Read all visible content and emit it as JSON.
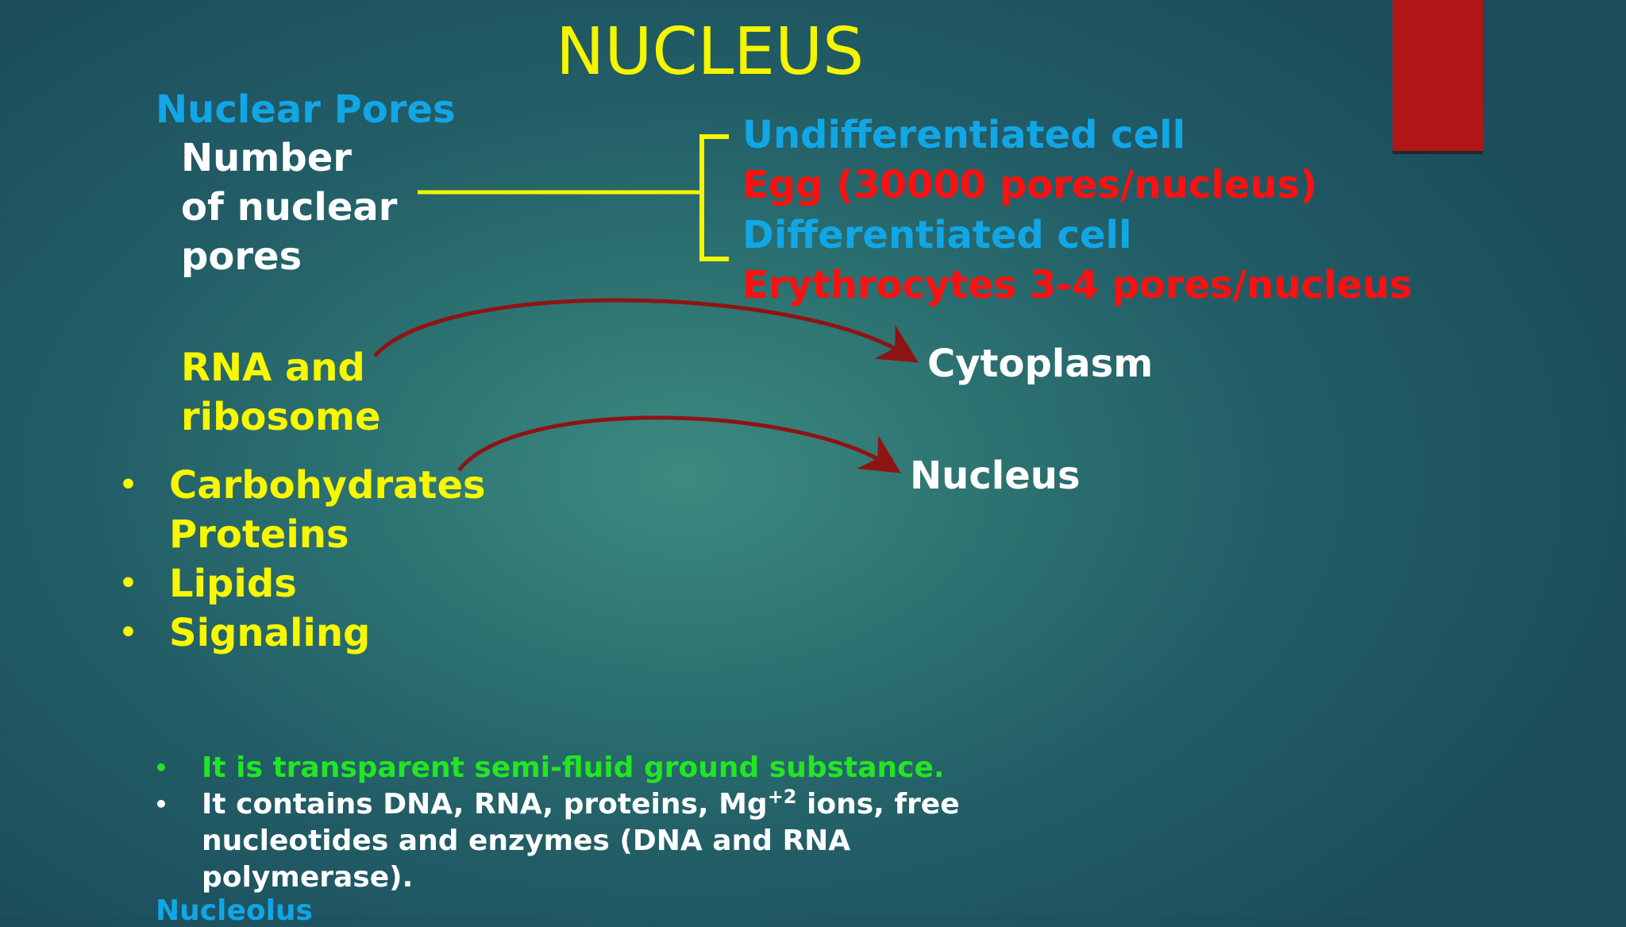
{
  "title": "NUCLEUS",
  "pores": {
    "heading": "Nuclear Pores",
    "label_lines": [
      "Number",
      "of nuclear",
      "pores"
    ],
    "undiff": "Undifferentiated cell",
    "egg": "Egg (30000 pores/nucleus)",
    "diff": "Differentiated cell",
    "erythro": "Erythrocytes 3-4 pores/nucleus"
  },
  "transport": {
    "rna_lines": [
      "RNA and",
      "ribosome"
    ],
    "cytoplasm": "Cytoplasm",
    "nucleus": "Nucleus"
  },
  "bullets": {
    "items": [
      "Carbohydrates",
      "Proteins",
      "Lipids",
      "Signaling"
    ],
    "marker": "•"
  },
  "nucleoplasm": {
    "line1": "It is transparent semi-fluid ground substance.",
    "line2_a": "It contains DNA, RNA, proteins, Mg",
    "line2_sup": "+2",
    "line2_b": " ions, free",
    "line3": "nucleotides and enzymes (DNA and RNA",
    "line4": "polymerase)."
  },
  "nucleolus_heading": "Nucleolus",
  "colors": {
    "title": "#f5f500",
    "cyan": "#11a6e6",
    "red": "#ff1010",
    "yellow": "#f7f700",
    "green": "#22e622",
    "accent_bar": "#b01616",
    "arrow": "#8e1414"
  }
}
